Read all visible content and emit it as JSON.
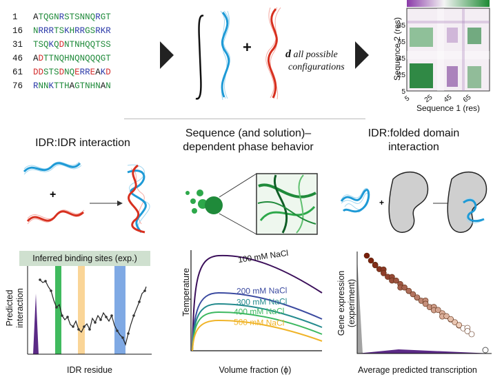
{
  "sequence_panel": {
    "rows": [
      {
        "num": "1",
        "residues": "ATQGNRSTSNNQRGT"
      },
      {
        "num": "16",
        "residues": "NRRRTSKHRRGSRKR"
      },
      {
        "num": "31",
        "residues": "TSQKQDNTNHQQTSS"
      },
      {
        "num": "46",
        "residues": "ADTTNQHNQNQQQGT"
      },
      {
        "num": "61",
        "residues": "DDSTSDNQERREAKD"
      },
      {
        "num": "76",
        "residues": "RNNKTTHAGTNHNAN"
      }
    ],
    "colors": {
      "polar": "#1f8a3a",
      "positive": "#2b3aa8",
      "negative": "#d32f2f",
      "other": "#111111"
    }
  },
  "integral_panel": {
    "plus": "+",
    "d_symbol": "d",
    "caption_line1": "all possible",
    "caption_line2": "configurations"
  },
  "contact_map": {
    "ylabel": "Sequence 2 (res)",
    "xlabel": "Sequence 1 (res)",
    "y_ticks": [
      "85",
      "65",
      "45",
      "25",
      "5"
    ],
    "x_ticks": [
      "5",
      "25",
      "45",
      "65"
    ]
  },
  "panels": {
    "idr_idr": {
      "title": "IDR:IDR interaction",
      "plus": "+"
    },
    "phase": {
      "title_line1": "Sequence (and solution)–",
      "title_line2": "dependent phase behavior"
    },
    "folded": {
      "title_line1": "IDR:folded domain",
      "title_line2": "interaction",
      "plus": "+"
    }
  },
  "binding_plot": {
    "banner": "Inferred binding sites (exp.)",
    "ylabel_line1": "Predicted",
    "ylabel_line2": "interaction",
    "xlabel": "IDR residue",
    "colors": {
      "green": "#2bb24c",
      "orange": "#f5b342",
      "blue": "#3a7bd5",
      "purple": "#5b2a86"
    }
  },
  "phase_plot": {
    "ylabel": "Temperature",
    "xlabel": "Volume fraction (ϕ)",
    "curves": [
      {
        "label": "100 mM NaCl",
        "color": "#3b0f5a"
      },
      {
        "label": "200 mM NaCl",
        "color": "#3b4aa0"
      },
      {
        "label": "300 mM NaCl",
        "color": "#238a8d"
      },
      {
        "label": "400 mM NaCl",
        "color": "#3cb860"
      },
      {
        "label": "500 mM NaCl",
        "color": "#f0b429"
      }
    ]
  },
  "expression_plot": {
    "ylabel_line1": "Gene expression",
    "ylabel_line2": "(experiment)",
    "xlabel": "Average predicted transcription"
  }
}
